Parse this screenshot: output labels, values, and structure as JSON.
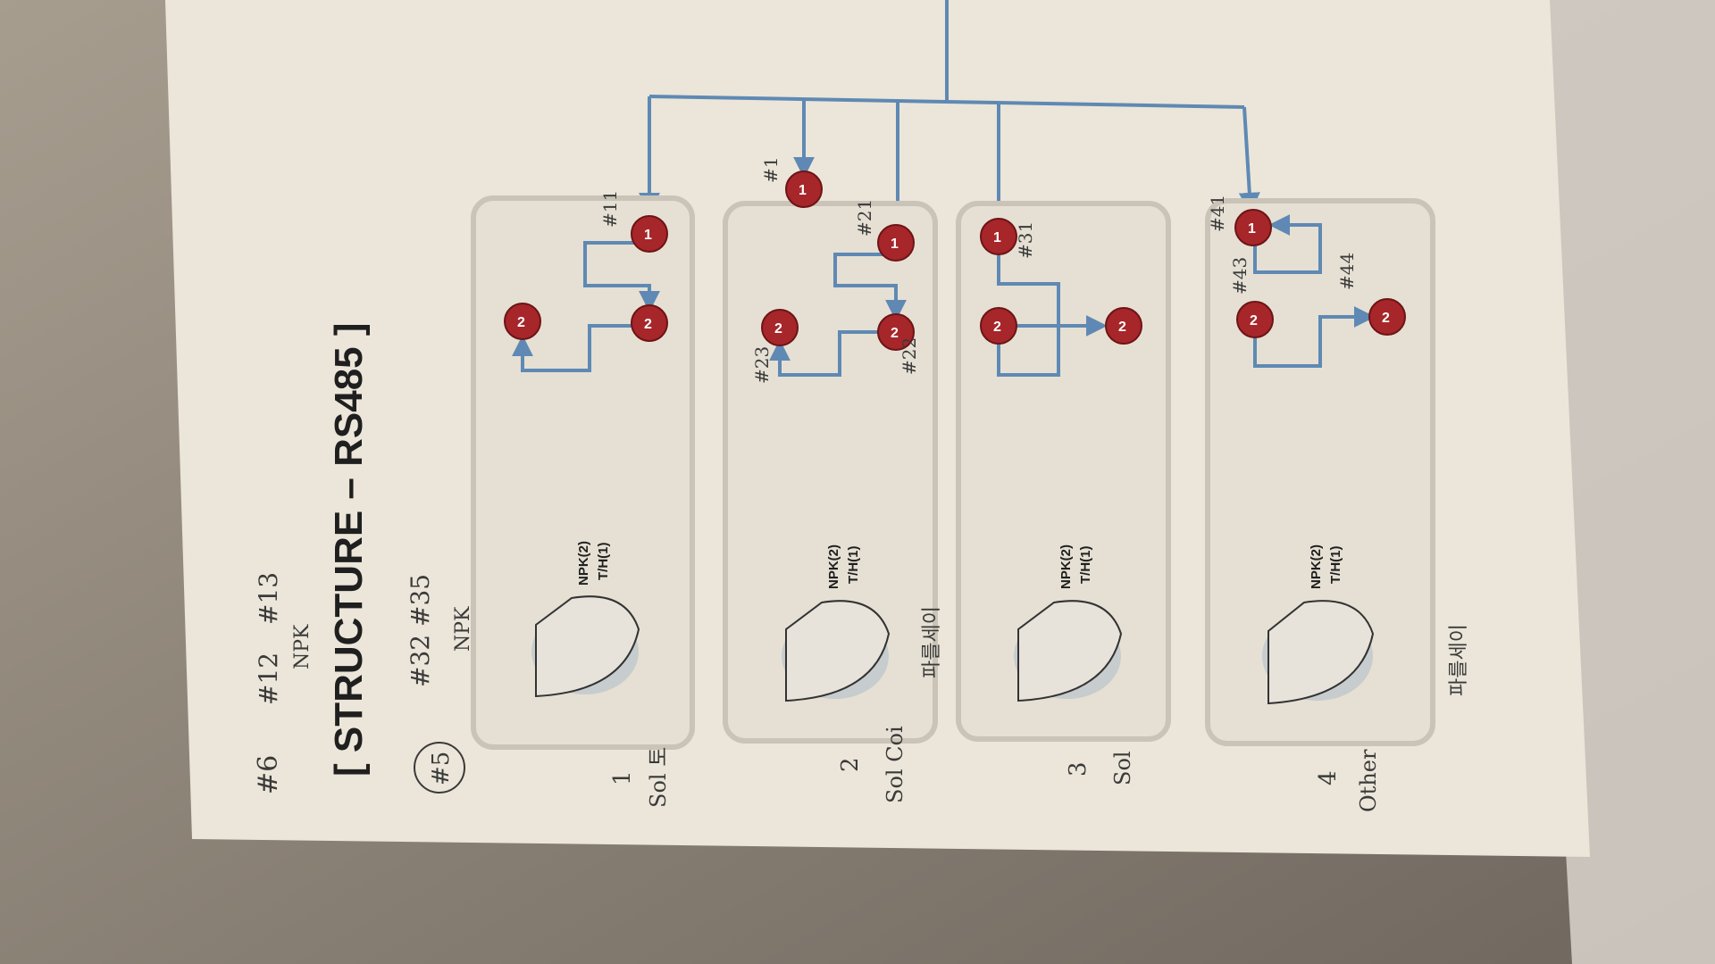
{
  "document": {
    "title": "[ STRUCTURE – RS485 ]",
    "printed_label_line1": "NPK(2)",
    "printed_label_line2": "T/H(1)",
    "node_labels": [
      "1",
      "2"
    ]
  },
  "handwritten": {
    "top_tag": "#6",
    "top_code_a": "#12",
    "top_code_b": "#13",
    "npk_note_top": "NPK",
    "circled_tag": "#5",
    "codes_mid": "#32 #35",
    "npk_note_mid": "NPK",
    "zone_notes": [
      {
        "number": "1",
        "label": "Sol 토",
        "ids": [
          "#11"
        ]
      },
      {
        "number": "2",
        "label": "Sol Coi",
        "ids": [
          "#21",
          "#22",
          "#23"
        ],
        "extra": "#1",
        "note": "파를세이"
      },
      {
        "number": "3",
        "label": "Sol",
        "ids": [
          "#31"
        ]
      },
      {
        "number": "4",
        "label": "Other",
        "ids": [
          "#41",
          "#43",
          "#44"
        ],
        "note": "파를세이"
      }
    ]
  },
  "colors": {
    "paper": "#ebe6d9",
    "panel_fill": "#e5e0d3",
    "panel_border": "#c9c4b7",
    "bus_line": "#5f89b4",
    "node_fill": "#a6262a",
    "node_stroke": "#6d1416",
    "dome_fill": "#c7ccce"
  }
}
